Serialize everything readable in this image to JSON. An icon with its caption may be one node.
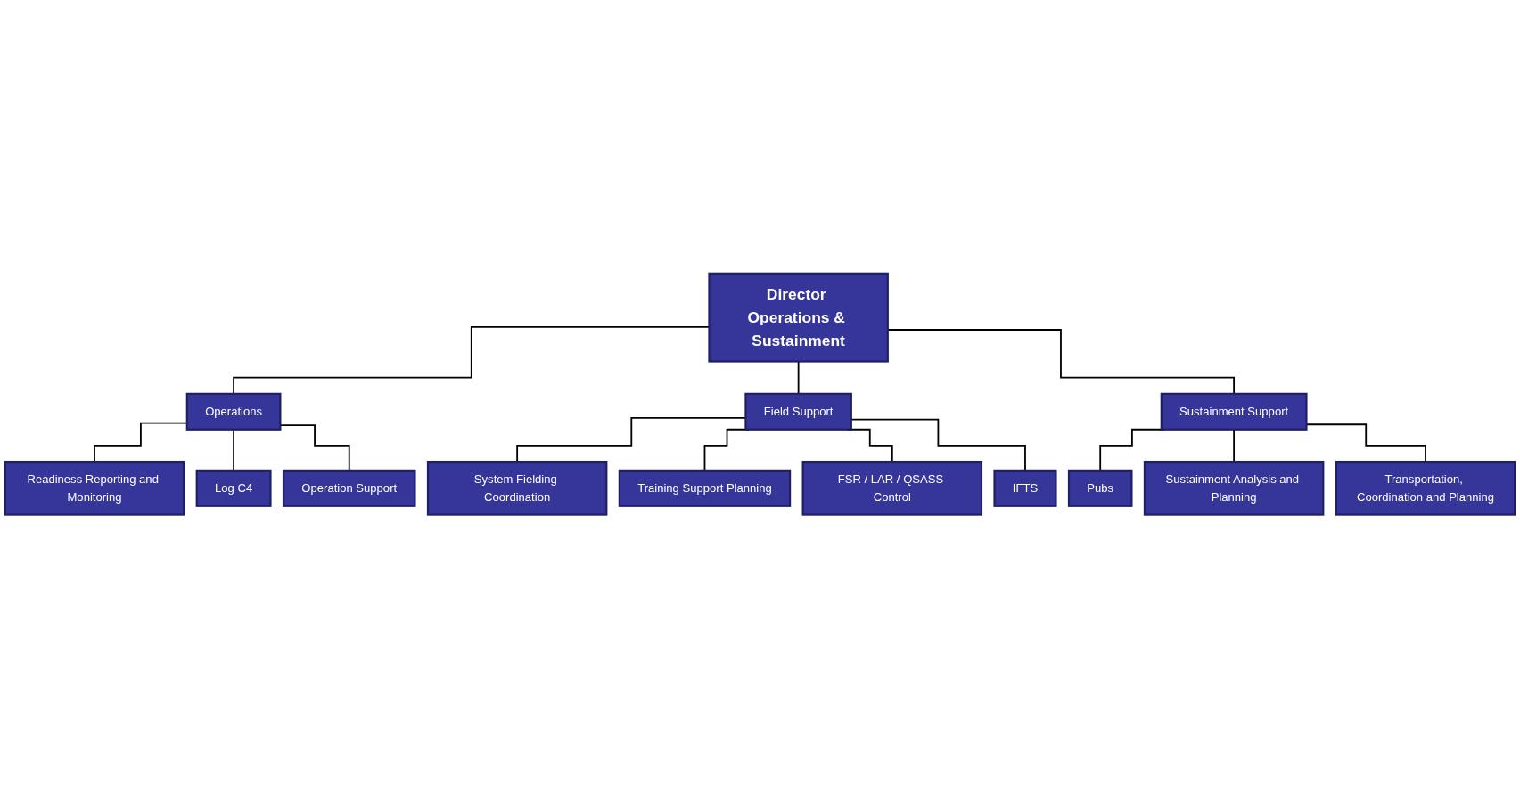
{
  "diagram": {
    "nodes": [
      {
        "text": [
          "Director Operations & Sustainment"
        ]
      },
      {
        "text": [
          "Operations"
        ]
      },
      {
        "text": [
          "Field Support"
        ]
      },
      {
        "text": [
          "Sustainment Support"
        ]
      },
      {
        "text": [
          "Readiness Reporting and Monitoring"
        ]
      },
      {
        "text": [
          "Log C4"
        ]
      },
      {
        "text": [
          "Operation Support"
        ]
      },
      {
        "text": [
          "System Fielding Coordination"
        ]
      },
      {
        "text": [
          "Training Support Planning"
        ]
      },
      {
        "text": [
          "FSR / LAR / QSASS Control"
        ]
      },
      {
        "text": [
          "IFTS"
        ]
      },
      {
        "text": [
          "Pubs"
        ]
      },
      {
        "text": [
          "Sustainment Analysis and Planning"
        ]
      },
      {
        "text": [
          "Transportation, Coordination and Planning"
        ]
      }
    ],
    "edges": [
      {
        "from": 0,
        "to": 1,
        "arrow": "none"
      },
      {
        "from": 0,
        "to": 2,
        "arrow": "none"
      },
      {
        "from": 0,
        "to": 3,
        "arrow": "none"
      },
      {
        "from": 1,
        "to": 4,
        "arrow": "none"
      },
      {
        "from": 1,
        "to": 5,
        "arrow": "none"
      },
      {
        "from": 1,
        "to": 6,
        "arrow": "none"
      },
      {
        "from": 2,
        "to": 7,
        "arrow": "none"
      },
      {
        "from": 2,
        "to": 8,
        "arrow": "none"
      },
      {
        "from": 2,
        "to": 9,
        "arrow": "none"
      },
      {
        "from": 2,
        "to": 10,
        "arrow": "none"
      },
      {
        "from": 3,
        "to": 11,
        "arrow": "none"
      },
      {
        "from": 3,
        "to": 12,
        "arrow": "none"
      },
      {
        "from": 3,
        "to": 13,
        "arrow": "none"
      }
    ]
  }
}
